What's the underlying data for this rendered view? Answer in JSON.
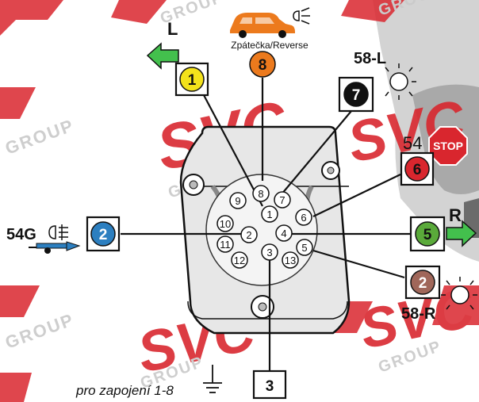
{
  "reverse_label": "Zpátečka/Reverse",
  "left_label": "L",
  "right_label": "R",
  "tail_left_label": "58-L",
  "tail_right_label": "58-R",
  "stop_label": "54",
  "stop_sign_text": "STOP",
  "fog_label": "54G",
  "footer_text": "pro zapojení 1-8",
  "watermark": {
    "brand": "SVC",
    "group": "GROUP"
  },
  "socket_pins": [
    "1",
    "2",
    "3",
    "4",
    "5",
    "6",
    "7",
    "8",
    "9",
    "10",
    "11",
    "12",
    "13"
  ],
  "badges": [
    {
      "id": "left-indicator",
      "number": "1",
      "color": "#f3e21b",
      "text_color": "#111111"
    },
    {
      "id": "reverse",
      "number": "8",
      "color": "#ec7a1d",
      "text_color": "#111111"
    },
    {
      "id": "tail-left",
      "number": "7",
      "color": "#111111",
      "text_color": "#ffffff"
    },
    {
      "id": "stop",
      "number": "6",
      "color": "#d9262e",
      "text_color": "#111111"
    },
    {
      "id": "fog",
      "number": "2",
      "color": "#2c7fc0",
      "text_color": "#ffffff"
    },
    {
      "id": "right-indicator",
      "number": "5",
      "color": "#5aaa3a",
      "text_color": "#111111"
    },
    {
      "id": "tail-right",
      "number": "2",
      "color": "#a0675a",
      "text_color": "#ffffff"
    },
    {
      "id": "ground",
      "number": "3",
      "color": "#ffffff",
      "text_color": "#111111"
    }
  ],
  "colors": {
    "arrow_green": "#43c04d",
    "car_orange": "#ec7a1d",
    "stop_red": "#d9262e",
    "watermark_red": "#d9262e"
  }
}
